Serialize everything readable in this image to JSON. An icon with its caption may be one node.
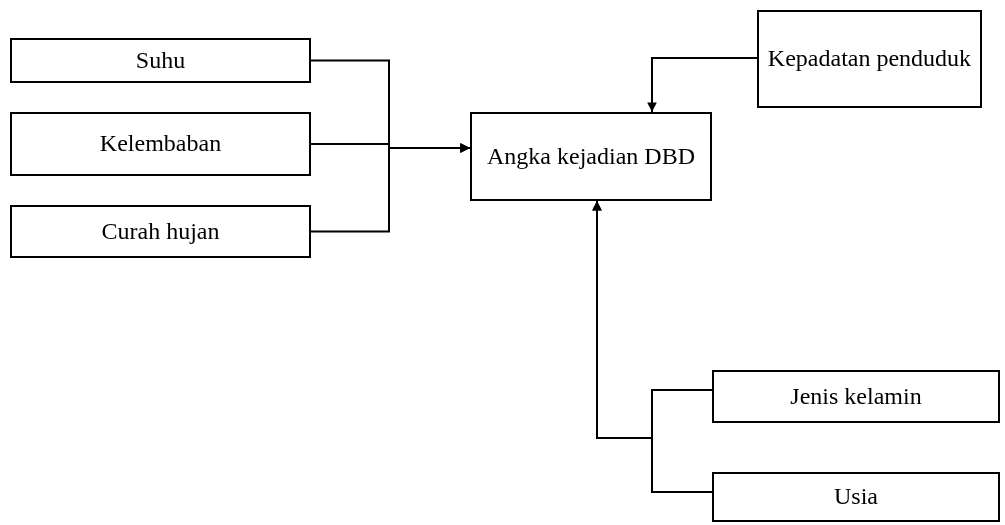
{
  "diagram": {
    "nodes": [
      {
        "text": [
          "Suhu"
        ]
      },
      {
        "text": [
          "Kelembaban"
        ]
      },
      {
        "text": [
          "Curah hujan"
        ]
      },
      {
        "text": [
          "Angka kejadian DBD"
        ]
      },
      {
        "text": [
          "Kepadatan penduduk"
        ]
      },
      {
        "text": [
          "Jenis kelamin"
        ]
      },
      {
        "text": [
          "Usia"
        ]
      }
    ],
    "edges": [
      {
        "from": 0,
        "to": 3,
        "arrow": "to"
      },
      {
        "from": 1,
        "to": 3,
        "arrow": "to"
      },
      {
        "from": 2,
        "to": 3,
        "arrow": "to"
      },
      {
        "from": 4,
        "to": 3,
        "arrow": "to"
      },
      {
        "from": 5,
        "to": 3,
        "arrow": "to"
      },
      {
        "from": 6,
        "to": 3,
        "arrow": "to"
      }
    ]
  }
}
